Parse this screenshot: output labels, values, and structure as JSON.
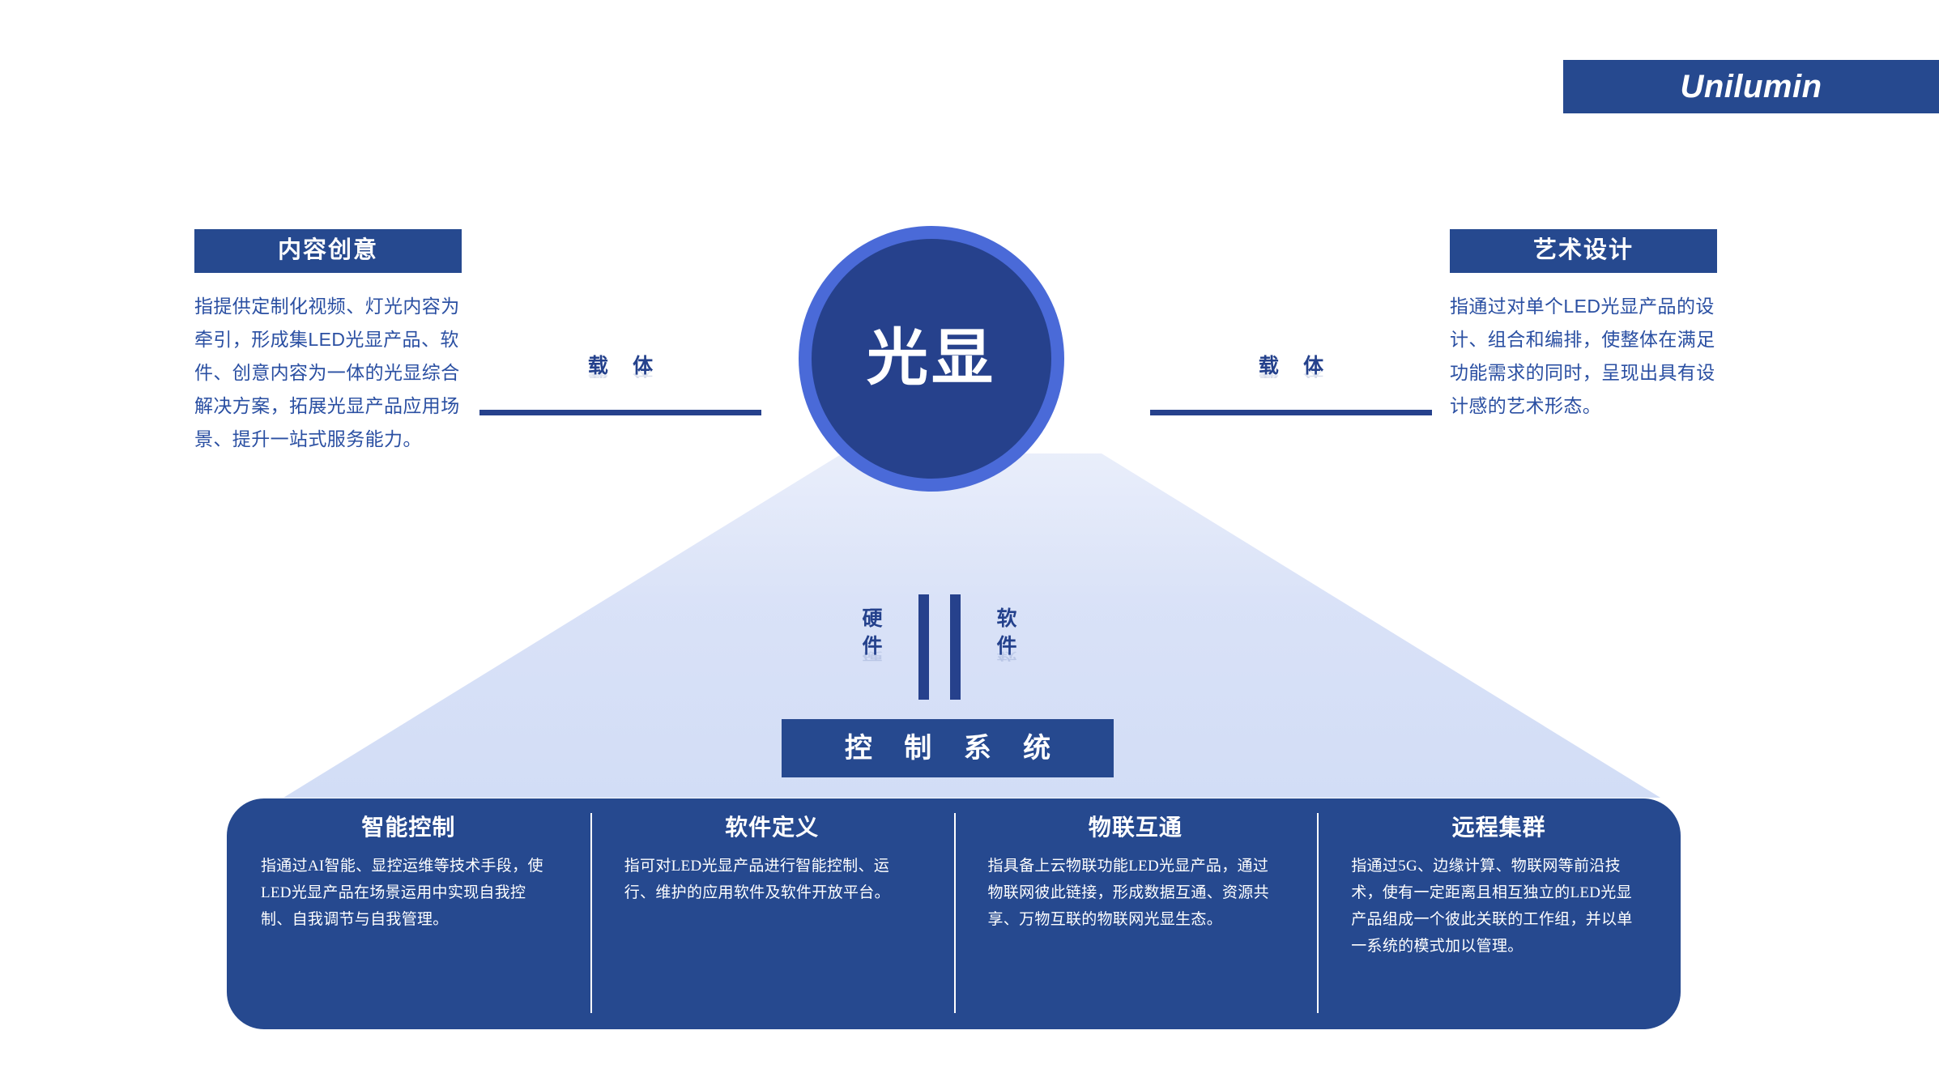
{
  "header": {
    "brand": "Unilumin"
  },
  "hub": {
    "label": "光显"
  },
  "connectors": {
    "left_label": "载 体",
    "right_label": "载 体"
  },
  "side_panels": {
    "left": {
      "title": "内容创意",
      "body": "指提供定制化视频、灯光内容为牵引，形成集LED光显产品、软件、创意内容为一体的光显综合解决方案，拓展光显产品应用场景、提升一站式服务能力。"
    },
    "right": {
      "title": "艺术设计",
      "body": "指通过对单个LED光显产品的设计、组合和编排，使整体在满足功能需求的同时，呈现出具有设计感的艺术形态。"
    }
  },
  "link_zone": {
    "hardware_label": "硬件",
    "software_label": "软件"
  },
  "control_banner": {
    "label": "控 制 系 统"
  },
  "features": [
    {
      "title": "智能控制",
      "text": "指通过AI智能、显控运维等技术手段，使LED光显产品在场景运用中实现自我控制、自我调节与自我管理。"
    },
    {
      "title": "软件定义",
      "text": "指可对LED光显产品进行智能控制、运行、维护的应用软件及软件开放平台。"
    },
    {
      "title": "物联互通",
      "text": "指具备上云物联功能LED光显产品，通过物联网彼此链接，形成数据互通、资源共享、万物互联的物联网光显生态。"
    },
    {
      "title": "远程集群",
      "text": "指通过5G、边缘计算、物联网等前沿技术，使有一定距离且相互独立的LED光显产品组成一个彼此关联的工作组，并以单一系统的模式加以管理。"
    }
  ],
  "colors": {
    "navy": "#26498f",
    "hub_core": "#26418c",
    "hub_ring": "#4a6ad8",
    "body_text": "#2a4fa2",
    "cone": "#d7e0f7"
  }
}
